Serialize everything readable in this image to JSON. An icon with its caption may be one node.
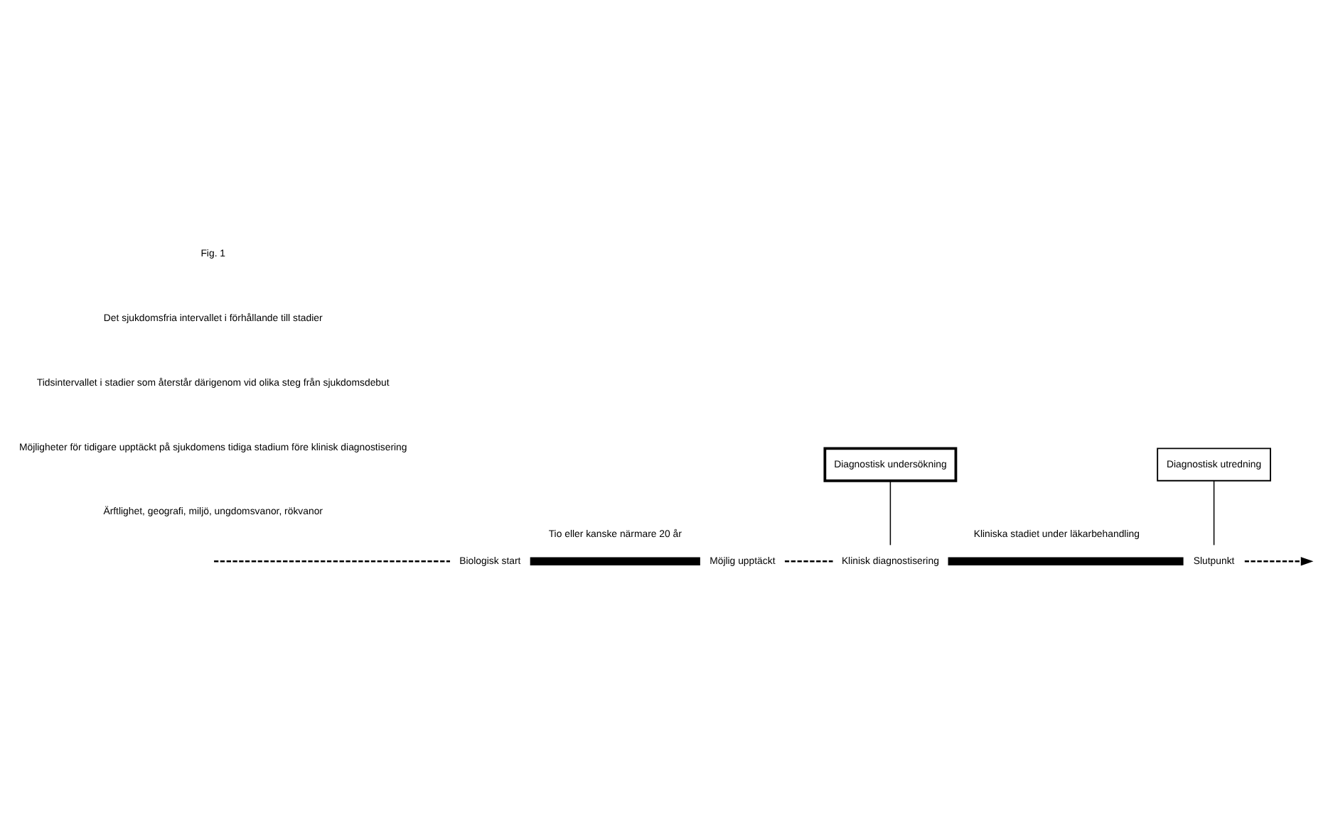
{
  "diagram": {
    "nodes": [
      {
        "text": [
          "Biologisk start"
        ]
      },
      {
        "text": [
          "Möjlig upptäckt"
        ]
      },
      {
        "text": [
          "Klinisk diagnostisering"
        ]
      },
      {
        "text": [
          "Slutpunkt"
        ]
      },
      {
        "text": [
          "Diagnostisk undersökning"
        ]
      },
      {
        "text": [
          "Diagnostisk utredning"
        ]
      }
    ],
    "edges": [
      {
        "from": null,
        "to": 0,
        "arrow": "none",
        "style": "dashed"
      },
      {
        "from": 0,
        "to": 1,
        "arrow": "none",
        "style": "thick",
        "label": "Tio eller kanske närmare 20 år"
      },
      {
        "from": 1,
        "to": 2,
        "arrow": "none",
        "style": "dashed"
      },
      {
        "from": 2,
        "to": 3,
        "arrow": "none",
        "style": "thick",
        "label": "Kliniska stadiet under läkarbehandling"
      },
      {
        "from": 3,
        "to": null,
        "arrow": "to",
        "style": "dashed"
      },
      {
        "from": 4,
        "to": 2,
        "arrow": "none"
      },
      {
        "from": 5,
        "to": 3,
        "arrow": "none"
      }
    ],
    "labels": [
      "Ärftlighet, geografi, miljö, ungdomsvanor, rökvanor",
      "Möjligheter för tidigare upptäckt på sjukdomens tidiga stadium före klinisk diagnostisering",
      "Tidsintervallet i stadier som återstår därigenom vid olika steg från sjukdomsdebut",
      "Det sjukdomsfria intervallet i förhållande till stadier",
      "Fig. 1"
    ]
  }
}
